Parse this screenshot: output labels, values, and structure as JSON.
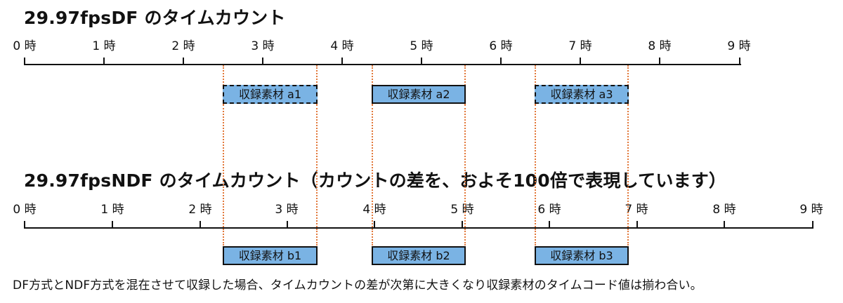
{
  "df": {
    "title": "29.97fpsDF のタイムカウント",
    "ticks": [
      "0 時",
      "1 時",
      "2 時",
      "3 時",
      "4 時",
      "5 時",
      "6 時",
      "7 時",
      "8 時",
      "9 時"
    ],
    "clips": [
      "収録素材 a1",
      "収録素材 a2",
      "収録素材 a3"
    ]
  },
  "ndf": {
    "title": "29.97fpsNDF のタイムカウント（カウントの差を、およそ100倍で表現しています）",
    "ticks": [
      "0 時",
      "1 時",
      "2 時",
      "3 時",
      "4 時",
      "5 時",
      "6 時",
      "7 時",
      "8 時",
      "9 時"
    ],
    "clips": [
      "収録素材 b1",
      "収録素材 b2",
      "収録素材 b3"
    ]
  },
  "caption": "DF方式とNDF方式を混在させて収録した場合、タイムカウントの差が次第に大きくなり収録素材のタイムコード値は揃わ合い。",
  "colors": {
    "clip_fill": "#7ab3e4",
    "guide_line": "#e2783a",
    "axis": "#111111"
  }
}
